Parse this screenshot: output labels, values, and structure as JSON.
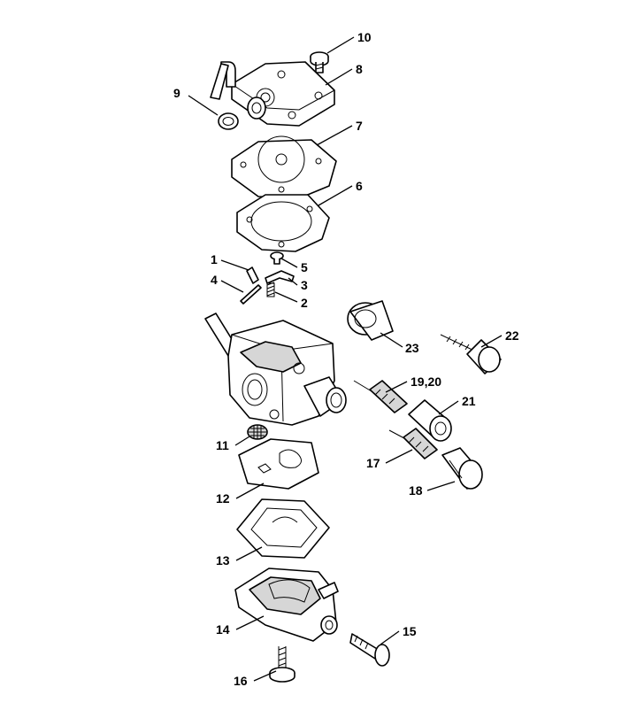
{
  "callouts": [
    {
      "id": "10",
      "label": "10"
    },
    {
      "id": "8",
      "label": "8"
    },
    {
      "id": "9",
      "label": "9"
    },
    {
      "id": "7",
      "label": "7"
    },
    {
      "id": "6",
      "label": "6"
    },
    {
      "id": "1",
      "label": "1"
    },
    {
      "id": "5",
      "label": "5"
    },
    {
      "id": "4",
      "label": "4"
    },
    {
      "id": "3",
      "label": "3"
    },
    {
      "id": "2",
      "label": "2"
    },
    {
      "id": "23",
      "label": "23"
    },
    {
      "id": "22",
      "label": "22"
    },
    {
      "id": "19-20",
      "label": "19,20"
    },
    {
      "id": "21",
      "label": "21"
    },
    {
      "id": "11",
      "label": "11"
    },
    {
      "id": "17",
      "label": "17"
    },
    {
      "id": "18",
      "label": "18"
    },
    {
      "id": "12",
      "label": "12"
    },
    {
      "id": "13",
      "label": "13"
    },
    {
      "id": "14",
      "label": "14"
    },
    {
      "id": "15",
      "label": "15"
    },
    {
      "id": "16",
      "label": "16"
    }
  ],
  "colors": {
    "line": "#000000",
    "shade": "#d6d6d6",
    "background": "#ffffff"
  }
}
